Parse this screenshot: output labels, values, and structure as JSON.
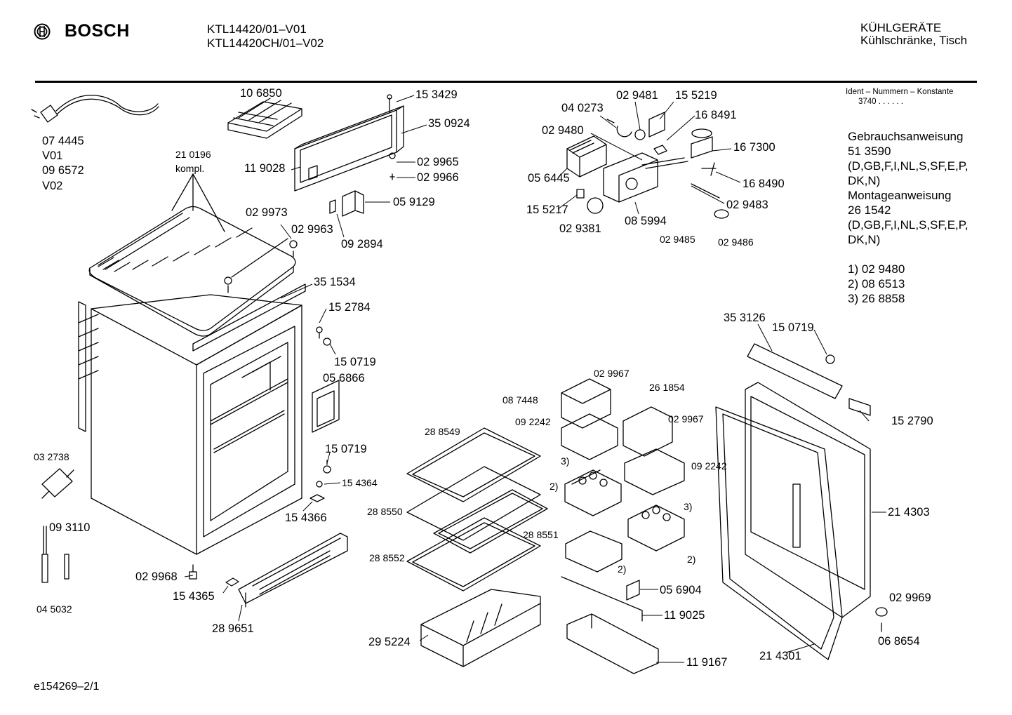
{
  "header": {
    "brand": "BOSCH",
    "model_lines": [
      "KTL14420/01–V01",
      "KTL14420CH/01–V02"
    ],
    "category_lines": [
      "KÜHLGERÄTE",
      "Kühlschränke, Tisch"
    ]
  },
  "ident": {
    "title": "Ident – Nummern – Konstante",
    "value": "3740  .  .  .  .  .  ."
  },
  "notes": [
    "Gebrauchsanweisung",
    "51 3590",
    "(D,GB,F,I,NL,S,SF,E,P,",
    "DK,N)",
    "Montageanweisung",
    "26 1542",
    "(D,GB,F,I,NL,S,SF,E,P,",
    "DK,N)",
    "",
    "1) 02 9480",
    "2) 08 6513",
    "3) 26 8858"
  ],
  "footer": "e154269–2/1",
  "labels": [
    {
      "text": "07 4445"
    },
    {
      "text": "V01"
    },
    {
      "text": "09 6572"
    },
    {
      "text": "V02"
    },
    {
      "text": "10 6850"
    },
    {
      "text": "15 3429"
    },
    {
      "text": "35 0924"
    },
    {
      "text": "21 0196"
    },
    {
      "text": "kompl."
    },
    {
      "text": "11 9028"
    },
    {
      "text": "02 9965"
    },
    {
      "text": "02 9966"
    },
    {
      "text": "05 9129"
    },
    {
      "text": "02 9973"
    },
    {
      "text": "02 9963"
    },
    {
      "text": "09 2894"
    },
    {
      "text": "35 1534"
    },
    {
      "text": "15 2784"
    },
    {
      "text": "15 0719"
    },
    {
      "text": "05 6866"
    },
    {
      "text": "15 0719"
    },
    {
      "text": "15 4364"
    },
    {
      "text": "15 4366"
    },
    {
      "text": "03 2738"
    },
    {
      "text": "09 3110"
    },
    {
      "text": "04 5032"
    },
    {
      "text": "02 9968"
    },
    {
      "text": "15 4365"
    },
    {
      "text": "28 9651"
    },
    {
      "text": "04 0273"
    },
    {
      "text": "02 9481"
    },
    {
      "text": "15 5219"
    },
    {
      "text": "16 8491"
    },
    {
      "text": "02 9480"
    },
    {
      "text": "16 7300"
    },
    {
      "text": "05 6445"
    },
    {
      "text": "16 8490"
    },
    {
      "text": "15 5217"
    },
    {
      "text": "02 9483"
    },
    {
      "text": "02 9381"
    },
    {
      "text": "08 5994"
    },
    {
      "text": "02 9485"
    },
    {
      "text": "02 9486"
    },
    {
      "text": "02 9967"
    },
    {
      "text": "26 1854"
    },
    {
      "text": "08 7448"
    },
    {
      "text": "09 2242"
    },
    {
      "text": "02 9967"
    },
    {
      "text": "28 8549"
    },
    {
      "text": "3)"
    },
    {
      "text": "2)"
    },
    {
      "text": "09 2242"
    },
    {
      "text": "3)"
    },
    {
      "text": "28 8550"
    },
    {
      "text": "28 8551"
    },
    {
      "text": "2)"
    },
    {
      "text": "28 8552"
    },
    {
      "text": "2)"
    },
    {
      "text": "05 6904"
    },
    {
      "text": "11 9025"
    },
    {
      "text": "29 5224"
    },
    {
      "text": "11 9167"
    },
    {
      "text": "35 3126"
    },
    {
      "text": "15 0719"
    },
    {
      "text": "15 2790"
    },
    {
      "text": "21 4303"
    },
    {
      "text": "02 9969"
    },
    {
      "text": "06 8654"
    },
    {
      "text": "21 4301"
    }
  ]
}
